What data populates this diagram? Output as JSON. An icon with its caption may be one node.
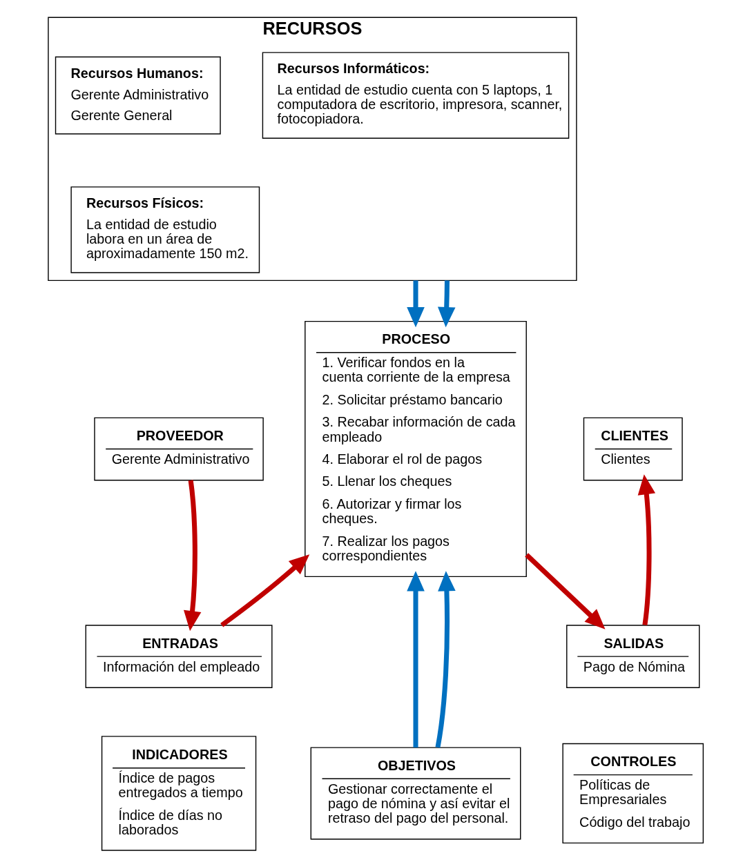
{
  "diagram": {
    "nodes": [
      {
        "text": [
          "RECURSOS"
        ]
      },
      {
        "text": [
          "Recursos Humanos:",
          "Gerente Administrativo",
          "Gerente General"
        ],
        "in": 0
      },
      {
        "text": [
          "Recursos Físicos:",
          "La entidad de estudio labora en un área de aproximadamente 150 m2."
        ],
        "in": 0
      },
      {
        "text": [
          "Recursos Informáticos:",
          "La entidad de estudio cuenta con 5 laptops, 1 computadora de escritorio, impresora, scanner, fotocopiadora."
        ],
        "in": 0
      },
      {
        "text": [
          "PROVEEDOR",
          "Gerente Administrativo"
        ]
      },
      {
        "text": [
          "ENTRADAS",
          "Información del empleado"
        ]
      },
      {
        "text": [
          "PROCESO",
          "1. Verificar fondos en la cuenta corriente de la empresa",
          "2. Solicitar préstamo bancario",
          "3. Recabar información de cada empleado",
          "4. Elaborar el rol de pagos",
          "5. Llenar los cheques",
          "6. Autorizar y firmar los cheques.",
          "7. Realizar los pagos correspondientes"
        ]
      },
      {
        "text": [
          "CLIENTES",
          "Clientes"
        ]
      },
      {
        "text": [
          "SALIDAS",
          "Pago de Nómina"
        ]
      },
      {
        "text": [
          "INDICADORES",
          "Índice de pagos entregados a tiempo",
          "Índice de días no laborados"
        ]
      },
      {
        "text": [
          "OBJETIVOS",
          "Gestionar correctamente el pago de nómina y así evitar el retraso del pago del personal."
        ]
      },
      {
        "text": [
          "CONTROLES",
          "Políticas de Empresariales",
          "Código del trabajo"
        ]
      }
    ],
    "edges": [
      {
        "from": 0,
        "to": 6,
        "arrow": "to",
        "color": "#0070c0"
      },
      {
        "from": 0,
        "to": 6,
        "arrow": "to",
        "color": "#0070c0"
      },
      {
        "from": 4,
        "to": 5,
        "arrow": "to",
        "color": "#c00000"
      },
      {
        "from": 5,
        "to": 6,
        "arrow": "to",
        "color": "#c00000"
      },
      {
        "from": 6,
        "to": 8,
        "arrow": "to",
        "color": "#c00000"
      },
      {
        "from": 8,
        "to": 7,
        "arrow": "to",
        "color": "#c00000"
      },
      {
        "from": 10,
        "to": 6,
        "arrow": "to",
        "color": "#0070c0"
      },
      {
        "from": 10,
        "to": 6,
        "arrow": "to",
        "color": "#0070c0"
      }
    ]
  }
}
